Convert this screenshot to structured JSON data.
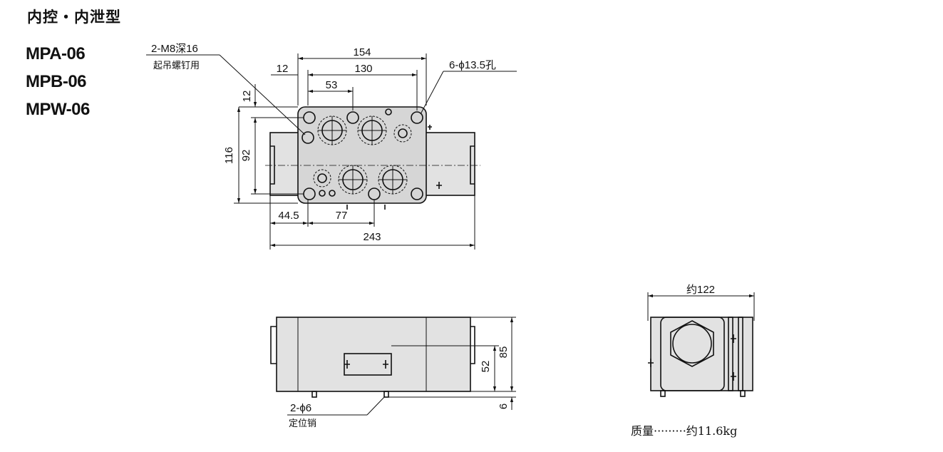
{
  "heading": "内控・内泄型",
  "models": [
    "MPA-06",
    "MPB-06",
    "MPW-06"
  ],
  "top_view": {
    "callout_lifting_hole": "2-M8深16",
    "callout_lifting_hole_desc": "起吊螺钉用",
    "callout_mount_holes": "6-ϕ13.5孔",
    "dim_154": "154",
    "dim_130": "130",
    "dim_12_horizontal": "12",
    "dim_53": "53",
    "dim_12_vertical": "12",
    "dim_116": "116",
    "dim_92": "92",
    "dim_44_5": "44.5",
    "dim_77": "77",
    "dim_243": "243"
  },
  "front_view": {
    "dim_85": "85",
    "dim_52": "52",
    "dim_6": "6",
    "callout_pin": "2-ϕ6",
    "callout_pin_desc": "定位销"
  },
  "side_view": {
    "dim_width": "约122",
    "mass": "质量·········约11.6kg"
  }
}
